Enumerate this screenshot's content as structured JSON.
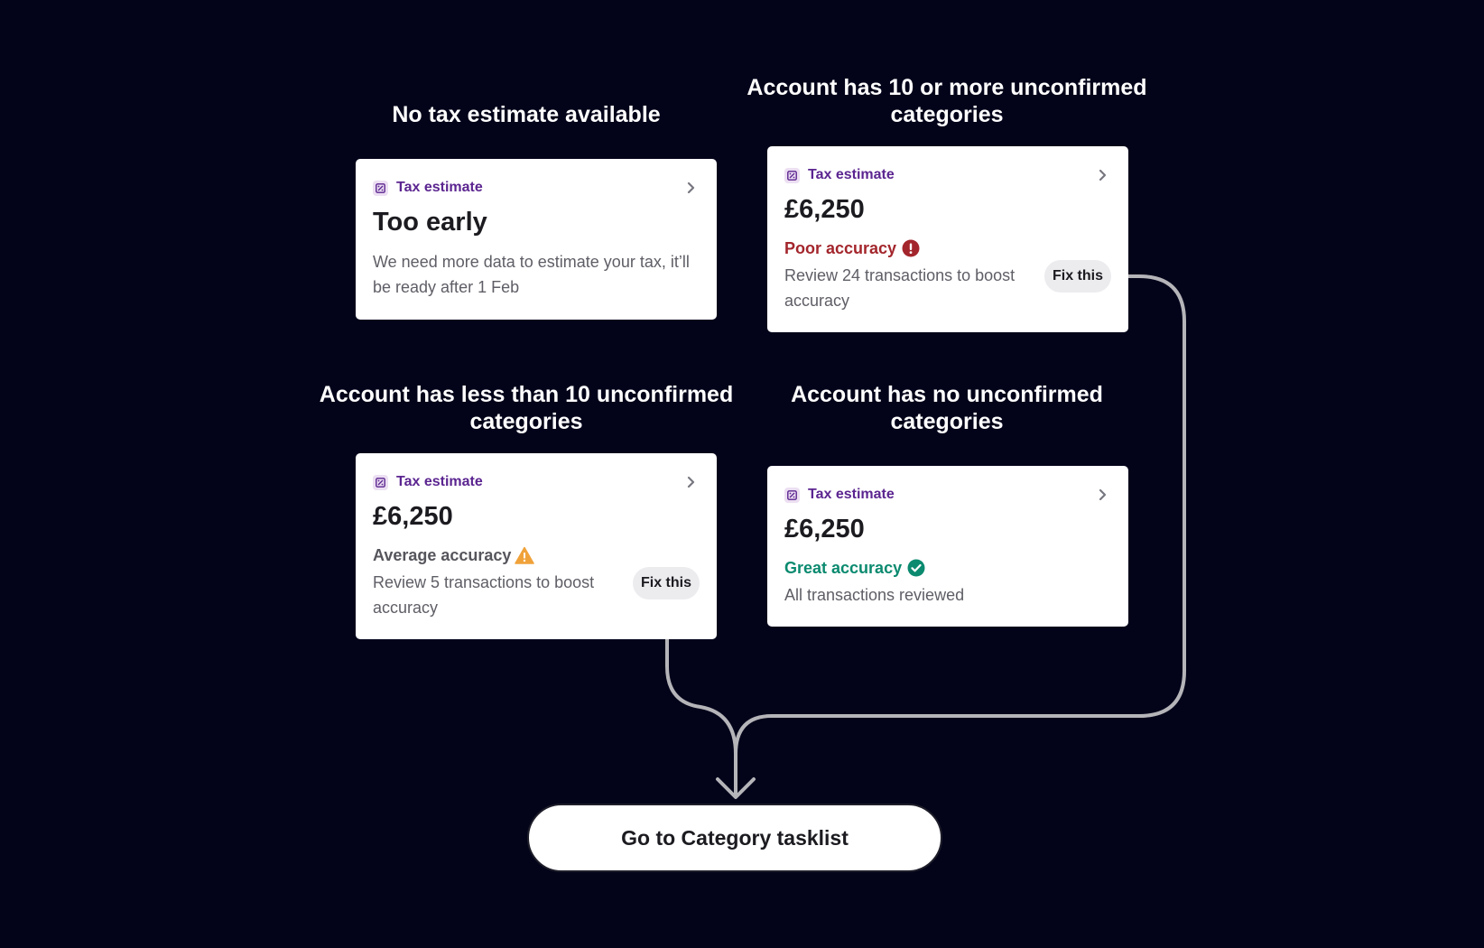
{
  "colors": {
    "background": "#03041a",
    "card": "#ffffff",
    "brand_purple": "#5b2590",
    "poor": "#a3262c",
    "average": "#55555c",
    "average_icon": "#f0a23a",
    "great": "#0b8a6f",
    "connector": "#b5b5b9"
  },
  "sections": [
    {
      "title": "No tax estimate available",
      "card": {
        "label": "Tax estimate",
        "icon": "percent-icon",
        "value": "Too early",
        "description": "We need more data to estimate your tax, it’ll be ready after 1 Feb"
      }
    },
    {
      "title": "Account has 10 or more unconfirmed categories",
      "card": {
        "label": "Tax estimate",
        "icon": "percent-icon",
        "value": "£6,250",
        "accuracy": "Poor accuracy",
        "accuracy_icon": "exclamation-circle-icon",
        "description": "Review 24 transactions to boost accuracy",
        "action": "Fix this"
      }
    },
    {
      "title": "Account has less than 10 unconfirmed categories",
      "card": {
        "label": "Tax estimate",
        "icon": "percent-icon",
        "value": "£6,250",
        "accuracy": "Average accuracy",
        "accuracy_icon": "warning-triangle-icon",
        "description": "Review 5 transactions to boost accuracy",
        "action": "Fix this"
      }
    },
    {
      "title": "Account has no unconfirmed categories",
      "card": {
        "label": "Tax estimate",
        "icon": "percent-icon",
        "value": "£6,250",
        "accuracy": "Great accuracy",
        "accuracy_icon": "check-circle-icon",
        "description": "All transactions reviewed"
      }
    }
  ],
  "cta": {
    "label": "Go to Category tasklist"
  }
}
